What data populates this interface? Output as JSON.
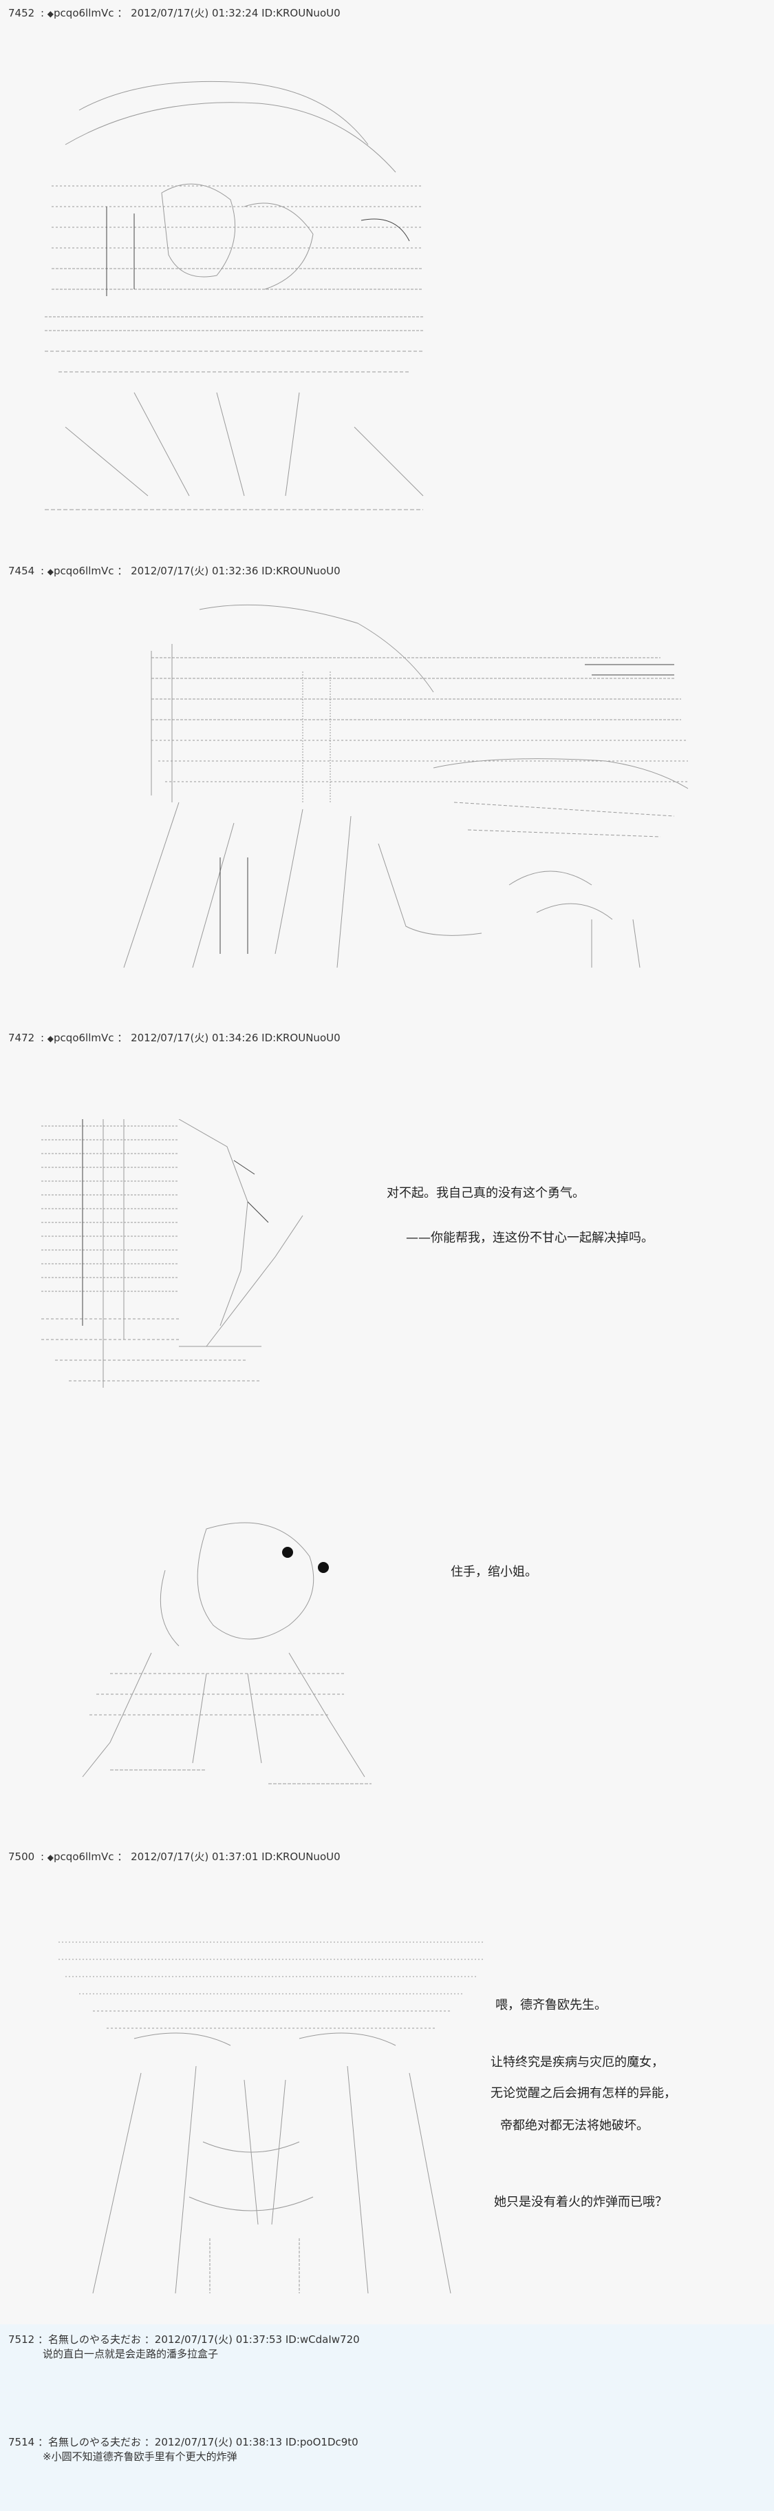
{
  "posts": [
    {
      "number": "7452",
      "marker": "◆",
      "trip": "pcqo6llmVc",
      "datetime": "2012/07/17(火) 01:32:24",
      "id": "ID:KROUNuoU0",
      "lines": []
    },
    {
      "number": "7454",
      "marker": "◆",
      "trip": "pcqo6llmVc",
      "datetime": "2012/07/17(火) 01:32:36",
      "id": "ID:KROUNuoU0",
      "lines": []
    },
    {
      "number": "7472",
      "marker": "◆",
      "trip": "pcqo6llmVc",
      "datetime": "2012/07/17(火) 01:34:26",
      "id": "ID:KROUNuoU0",
      "lines": [
        "对不起。我自己真的没有这个勇气。",
        "——你能帮我，连这份不甘心一起解决掉吗。",
        "住手，绾小姐。"
      ]
    },
    {
      "number": "7500",
      "marker": "◆",
      "trip": "pcqo6llmVc",
      "datetime": "2012/07/17(火) 01:37:01",
      "id": "ID:KROUNuoU0",
      "lines": [
        "喂，德齐鲁欧先生。",
        "让特终究是疾病与灾厄的魔女，",
        "无论觉醒之后会拥有怎样的异能，",
        "帝都绝对都无法将她破坏。",
        "她只是没有着火的炸弹而已哦？"
      ]
    }
  ],
  "replies": [
    {
      "number": "7512",
      "name": "名無しのやる夫だお",
      "datetime": "2012/07/17(火) 01:37:53",
      "id": "ID:wCdaIw720",
      "body": "说的直白一点就是会走路的潘多拉盒子"
    },
    {
      "number": "7514",
      "name": "名無しのやる夫だお",
      "datetime": "2012/07/17(火) 01:38:13",
      "id": "ID:poO1Dc9t0",
      "body": "※小圆不知道德齐鲁欧手里有个更大的炸弹"
    }
  ],
  "colors": {
    "background": "#f7f7f7",
    "reply_band": "#eef6fb",
    "text": "#222222",
    "ascii_art": "#888888"
  }
}
